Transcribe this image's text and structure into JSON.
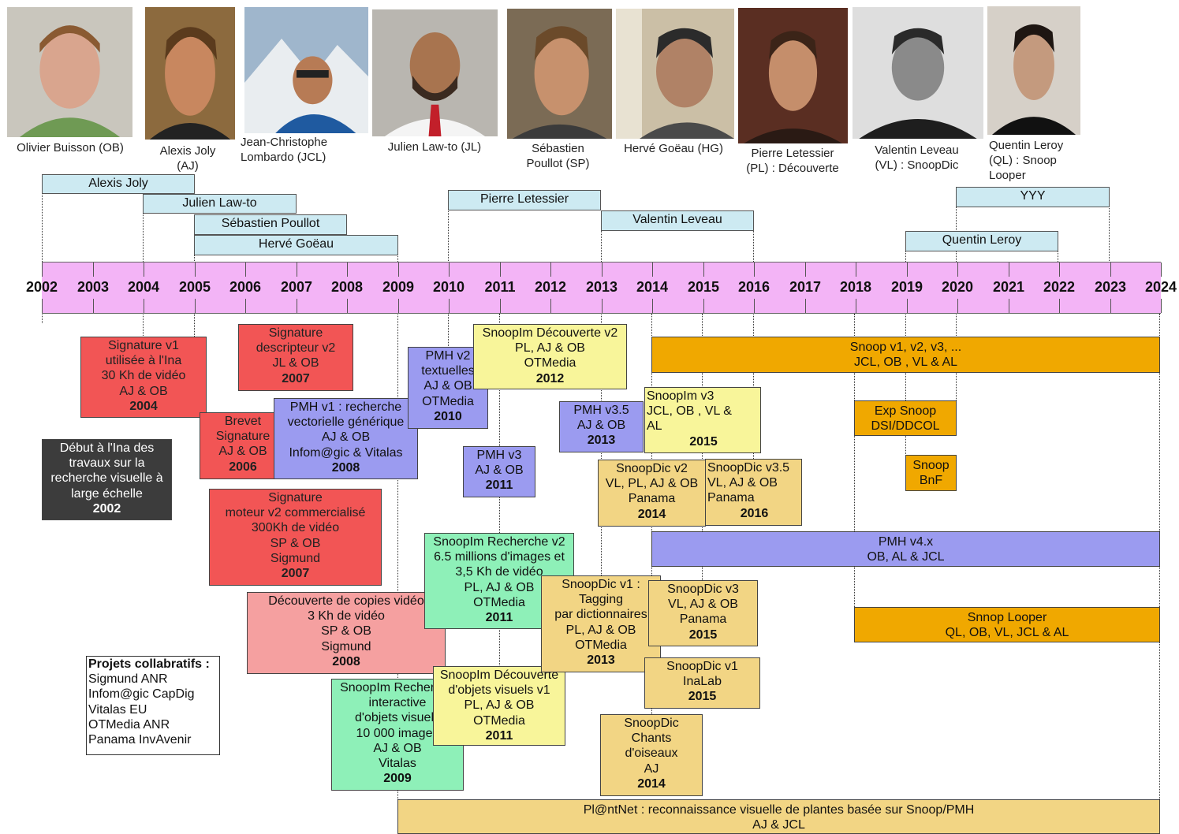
{
  "people": [
    {
      "name": "Olivier Buisson (OB)"
    },
    {
      "name": "Alexis Joly\n(AJ)"
    },
    {
      "name": "Jean-Christophe\nLombardo (JCL)"
    },
    {
      "name": "Julien Law-to (JL)"
    },
    {
      "name": "Sébastien\nPoullot (SP)"
    },
    {
      "name": "Hervé Goëau (HG)"
    },
    {
      "name": "Pierre Letessier\n(PL) : Découverte"
    },
    {
      "name": "Valentin Leveau\n(VL) : SnoopDic"
    },
    {
      "name": "Quentin Leroy\n(QL) : Snoop\nLooper"
    }
  ],
  "bars": [
    {
      "label": "Alexis Joly"
    },
    {
      "label": "Julien Law-to"
    },
    {
      "label": "Sébastien Poullot"
    },
    {
      "label": "Hervé Goëau"
    },
    {
      "label": "Pierre Letessier"
    },
    {
      "label": "Valentin Leveau"
    },
    {
      "label": "YYY"
    },
    {
      "label": "Quentin Leroy"
    }
  ],
  "years": [
    "2002",
    "2003",
    "2004",
    "2005",
    "2006",
    "2007",
    "2008",
    "2009",
    "2010",
    "2011",
    "2012",
    "2013",
    "2014",
    "2015",
    "2016",
    "2017",
    "2018",
    "2019",
    "2020",
    "2021",
    "2022",
    "2023",
    "2024"
  ],
  "projects": [
    {
      "text": "Signature v1\nutilisée à l'Ina\n30 Kh de vidéo\nAJ & OB",
      "year": "2004"
    },
    {
      "text": "Début à l'Ina des\ntravaux sur la\nrecherche visuelle à\nlarge échelle",
      "year": "2002"
    },
    {
      "text": "Signature\ndescripteur v2\nJL & OB",
      "year": "2007"
    },
    {
      "text": "Brevet\nSignature\nAJ & OB",
      "year": "2006"
    },
    {
      "text": "PMH v1 : recherche\nvectorielle générique\nAJ & OB\nInfom@gic & Vitalas",
      "year": "2008"
    },
    {
      "text": "Signature\nmoteur v2 commercialisé\n300Kh de vidéo\nSP & OB\nSigmund",
      "year": "2007"
    },
    {
      "text": "Découverte de copies vidéo\n3 Kh de vidéo\nSP & OB\nSigmund",
      "year": "2008"
    },
    {
      "text": "PMH v2\ntextuelles\nAJ & OB\nOTMedia",
      "year": "2010"
    },
    {
      "text": "SnoopIm Découverte v2\nPL, AJ & OB\nOTMedia",
      "year": "2012"
    },
    {
      "text": "PMH v3\nAJ & OB",
      "year": "2011"
    },
    {
      "text": "PMH v3.5\nAJ & OB",
      "year": "2013"
    },
    {
      "text": "SnoopIm Recherche v2\n6.5 millions d'images et\n3,5 Kh de vidéo\nPL, AJ & OB\nOTMedia",
      "year": "2011"
    },
    {
      "text": "SnoopIm Recherche\ninteractive\nd'objets visuels\n10 000 images\nAJ & OB\nVitalas",
      "year": "2009"
    },
    {
      "text": "SnoopIm Découverte\nd'objets visuels v1\nPL, AJ & OB\nOTMedia",
      "year": "2011"
    },
    {
      "text": "SnoopDic v1 :\nTagging\npar dictionnaires\nPL, AJ & OB\nOTMedia",
      "year": "2013"
    },
    {
      "text": "SnoopIm v3\nJCL, OB , VL &\nAL",
      "year": "2015"
    },
    {
      "text": "SnoopDic v2\nVL, PL, AJ & OB\nPanama",
      "year": "2014"
    },
    {
      "text": "SnoopDic v3.5\nVL, AJ & OB\nPanama",
      "year": "2016"
    },
    {
      "text": "SnoopDic v3\nVL, AJ & OB\nPanama",
      "year": "2015"
    },
    {
      "text": "SnoopDic v1\nInaLab",
      "year": "2015"
    },
    {
      "text": "SnoopDic\nChants\nd'oiseaux\nAJ",
      "year": "2014"
    },
    {
      "text": "Snoop v1, v2, v3, ...\nJCL, OB , VL & AL",
      "year": ""
    },
    {
      "text": "Exp Snoop\nDSI/DDCOL",
      "year": ""
    },
    {
      "text": "Snoop\nBnF",
      "year": ""
    },
    {
      "text": "PMH v4.x\nOB, AL & JCL",
      "year": ""
    },
    {
      "text": "Snnop Looper\nQL, OB, VL, JCL & AL",
      "year": ""
    },
    {
      "text": "Pl@ntNet : reconnaissance visuelle de plantes basée sur Snoop/PMH\nAJ & JCL",
      "year": ""
    }
  ],
  "collab": {
    "title": "Projets collabratifs :",
    "items": [
      "Sigmund ANR",
      "Infom@gic CapDig",
      "Vitalas EU",
      "OTMedia ANR",
      "Panama InvAvenir"
    ]
  },
  "colors": {
    "timeline": "#f3b4f6",
    "person_bar": "#cdeaf2",
    "red": "#f25555",
    "dark": "#3c3c3c",
    "blue": "#9b9bf0",
    "yellow": "#f8f59a",
    "green": "#8ef0b8",
    "tan": "#f2d584",
    "orange": "#f0a800",
    "pink": "#f5a0a0"
  }
}
